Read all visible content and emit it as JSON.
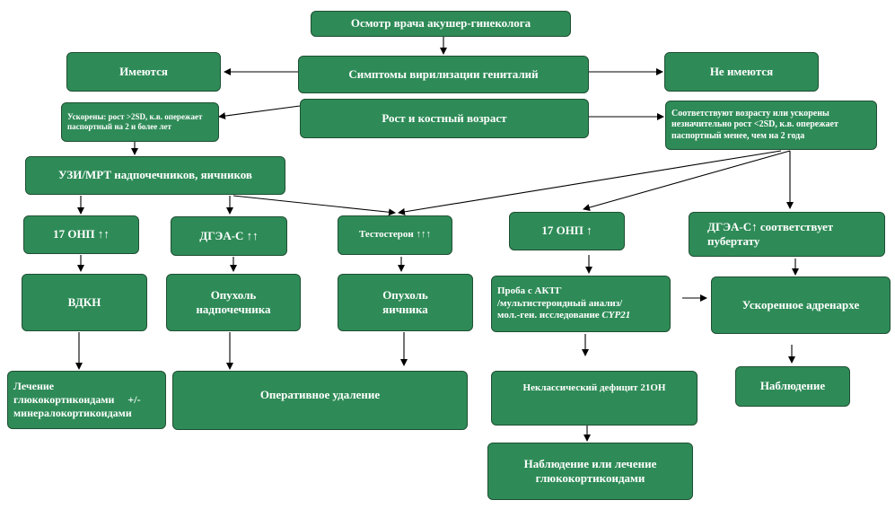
{
  "nodes": {
    "exam": "Осмотр врача акушер-гинеколога",
    "symptoms": "Симптомы вирилизации гениталий",
    "present": "Имеются",
    "absent": "Не имеются",
    "growth": "Рост и костный возраст",
    "accelerated": "Ускорены: рост >2SD, к.в. опережает паспортный на 2 и более лет",
    "normal_growth": "Соответствуют возрасту или ускорены незначительно рост <2SD, к.в. опережает паспортный менее, чем на 2 года",
    "imaging": "УЗИ/МРТ надпочечников, яичников",
    "ohp_high": "17 ОНП ↑↑",
    "dhea_high": "ДГЭА-С ↑↑",
    "testosterone": "Тестостерон ↑↑↑",
    "ohp_mild": "17 ОНП ↑",
    "dhea_normal": "ДГЭА-С↑ соответствует пубертату",
    "cah": "ВДКН",
    "adrenal_tumor_1": "Опухоль",
    "adrenal_tumor_2": "надпочечника",
    "ovary_tumor_1": "Опухоль",
    "ovary_tumor_2": "яичника",
    "acth_test_1": "Проба с АКТГ",
    "acth_test_2": "/мультистероидный анализ/",
    "acth_test_3": "мол.-ген. исследование ",
    "acth_test_gene": "CYP21",
    "premature_adrenarche": "Ускоренное адренархе",
    "treatment_1": "Лечение",
    "treatment_2": "глюкокортикоидами     +/-",
    "treatment_3": "минералокортикоидами",
    "surgery": "Оперативное удаление",
    "nonclassic": "Неклассический дефицит 21ОН",
    "observation": "Наблюдение",
    "observe_or_treat_1": "Наблюдение или лечение",
    "observe_or_treat_2": "глюкокортикоидами"
  },
  "colors": {
    "box_fill": "#2e8b57",
    "box_border": "#1f4f33",
    "text": "#ffffff",
    "arrow": "#000000"
  }
}
